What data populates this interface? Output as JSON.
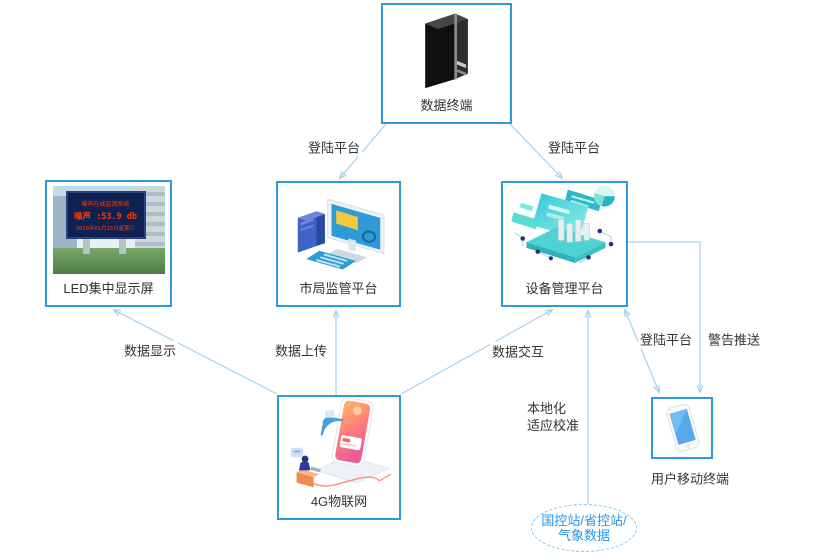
{
  "diagram": {
    "nodes": {
      "data_terminal": {
        "label": "数据终端",
        "icon": "server-tower-icon"
      },
      "led_display": {
        "label": "LED集中显示屏",
        "icon": "led-billboard-icon",
        "screen_lines": [
          "噪声在线监测系统",
          "噪声 :53.9 db",
          "2020年01月15日星期三"
        ]
      },
      "city_platform": {
        "label": "市局监管平台",
        "icon": "desktop-computer-icon"
      },
      "device_platform": {
        "label": "设备管理平台",
        "icon": "laptop-analytics-icon"
      },
      "iot_network": {
        "label": "4G物联网",
        "icon": "iot-phone-icon"
      },
      "mobile_terminal": {
        "label": "用户移动终端",
        "icon": "smartphone-icon"
      },
      "data_stations": {
        "line1": "国控站/省控站/",
        "line2": "气象数据"
      }
    },
    "edge_labels": {
      "login_left": "登陆平台",
      "login_right": "登陆平台",
      "data_display": "数据显示",
      "data_upload": "数据上传",
      "data_exchange": "数据交互",
      "login_mobile": "登陆平台",
      "alert_push": "警告推送",
      "local_cal_line1": "本地化",
      "local_cal_line2": "适应校准"
    },
    "colors": {
      "node_border": "#2E9BD9",
      "connector_line": "#A5D1EF",
      "arrowhead": "#4A9FD8",
      "label_text": "#333333",
      "stations_text": "#2196F3",
      "led_text": "#FF3B00"
    }
  }
}
